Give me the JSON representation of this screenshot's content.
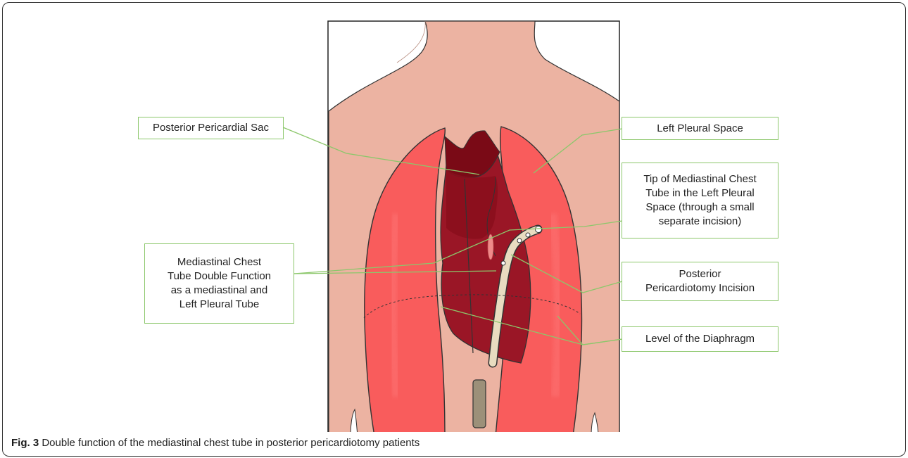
{
  "labels": {
    "posterior_pericardial_sac": "Posterior Pericardial Sac",
    "left_pleural_space": "Left Pleural Space",
    "tip_of_tube": "Tip of Mediastinal Chest\nTube in the Left Pleural\nSpace (through a small\nseparate incision)",
    "mediastinal_tube_double_function": "Mediastinal Chest\nTube Double Function\nas a mediastinal and\nLeft Pleural Tube",
    "posterior_pericardiotomy_incision": "Posterior\nPericardiotomy Incision",
    "level_of_diaphragm": "Level of the Diaphragm"
  },
  "caption": {
    "prefix": "Fig. 3",
    "text": "Double function of the mediastinal chest tube in posterior pericardiotomy patients"
  },
  "colors": {
    "skin": "#ecb3a2",
    "lung": "#f95c5c",
    "heart": "#9a1626",
    "heart_dark": "#7a0a16",
    "tube": "#e8dcc0",
    "callout_border": "#8cc76b",
    "leader_line": "#8cc76b"
  }
}
